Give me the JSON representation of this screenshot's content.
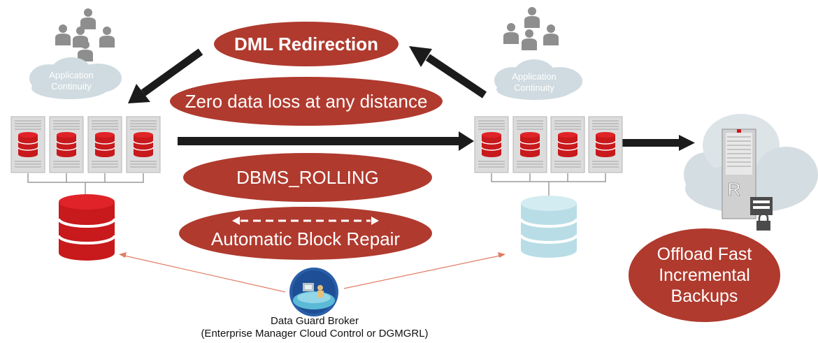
{
  "diagram": {
    "features": {
      "dml_redirection": "DML Redirection",
      "zero_data_loss": "Zero data loss at any distance",
      "dbms_rolling": "DBMS_ROLLING",
      "auto_block_repair": "Automatic Block Repair",
      "offload_backups_1": "Offload Fast",
      "offload_backups_2": "Incremental",
      "offload_backups_3": "Backups"
    },
    "primary_site": {
      "app_cloud_line1": "Application",
      "app_cloud_line2": "Continuity",
      "database_color": "#c8191c"
    },
    "standby_site": {
      "app_cloud_line1": "Application",
      "app_cloud_line2": "Continuity",
      "database_color": "#b9dde6"
    },
    "backup_appliance": {
      "label": "R"
    },
    "broker": {
      "title": "Data Guard Broker",
      "subtitle": "(Enterprise Manager Cloud Control or DGMGRL)"
    },
    "colors": {
      "accent": "#b03a2e",
      "arrow": "#1b1b1b",
      "server": "#d9d9d9",
      "cloud": "#cfdbe0"
    }
  }
}
